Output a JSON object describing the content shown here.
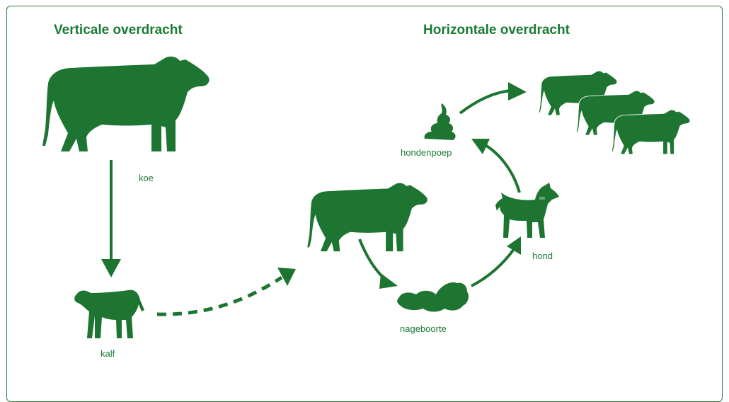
{
  "colors": {
    "primary": "#1d7531",
    "text": "#1b7a34",
    "border": "#2e7d3c"
  },
  "headings": {
    "vertical": "Verticale overdracht",
    "horizontal": "Horizontale overdracht"
  },
  "labels": {
    "cow": "koe",
    "calf": "kalf",
    "afterbirth": "nageboorte",
    "dog": "hond",
    "dog_poop": "hondenpoep"
  },
  "icons": [
    "cow-icon",
    "calf-icon",
    "afterbirth-icon",
    "dog-icon",
    "dog-poop-icon",
    "cow-herd-icon"
  ]
}
